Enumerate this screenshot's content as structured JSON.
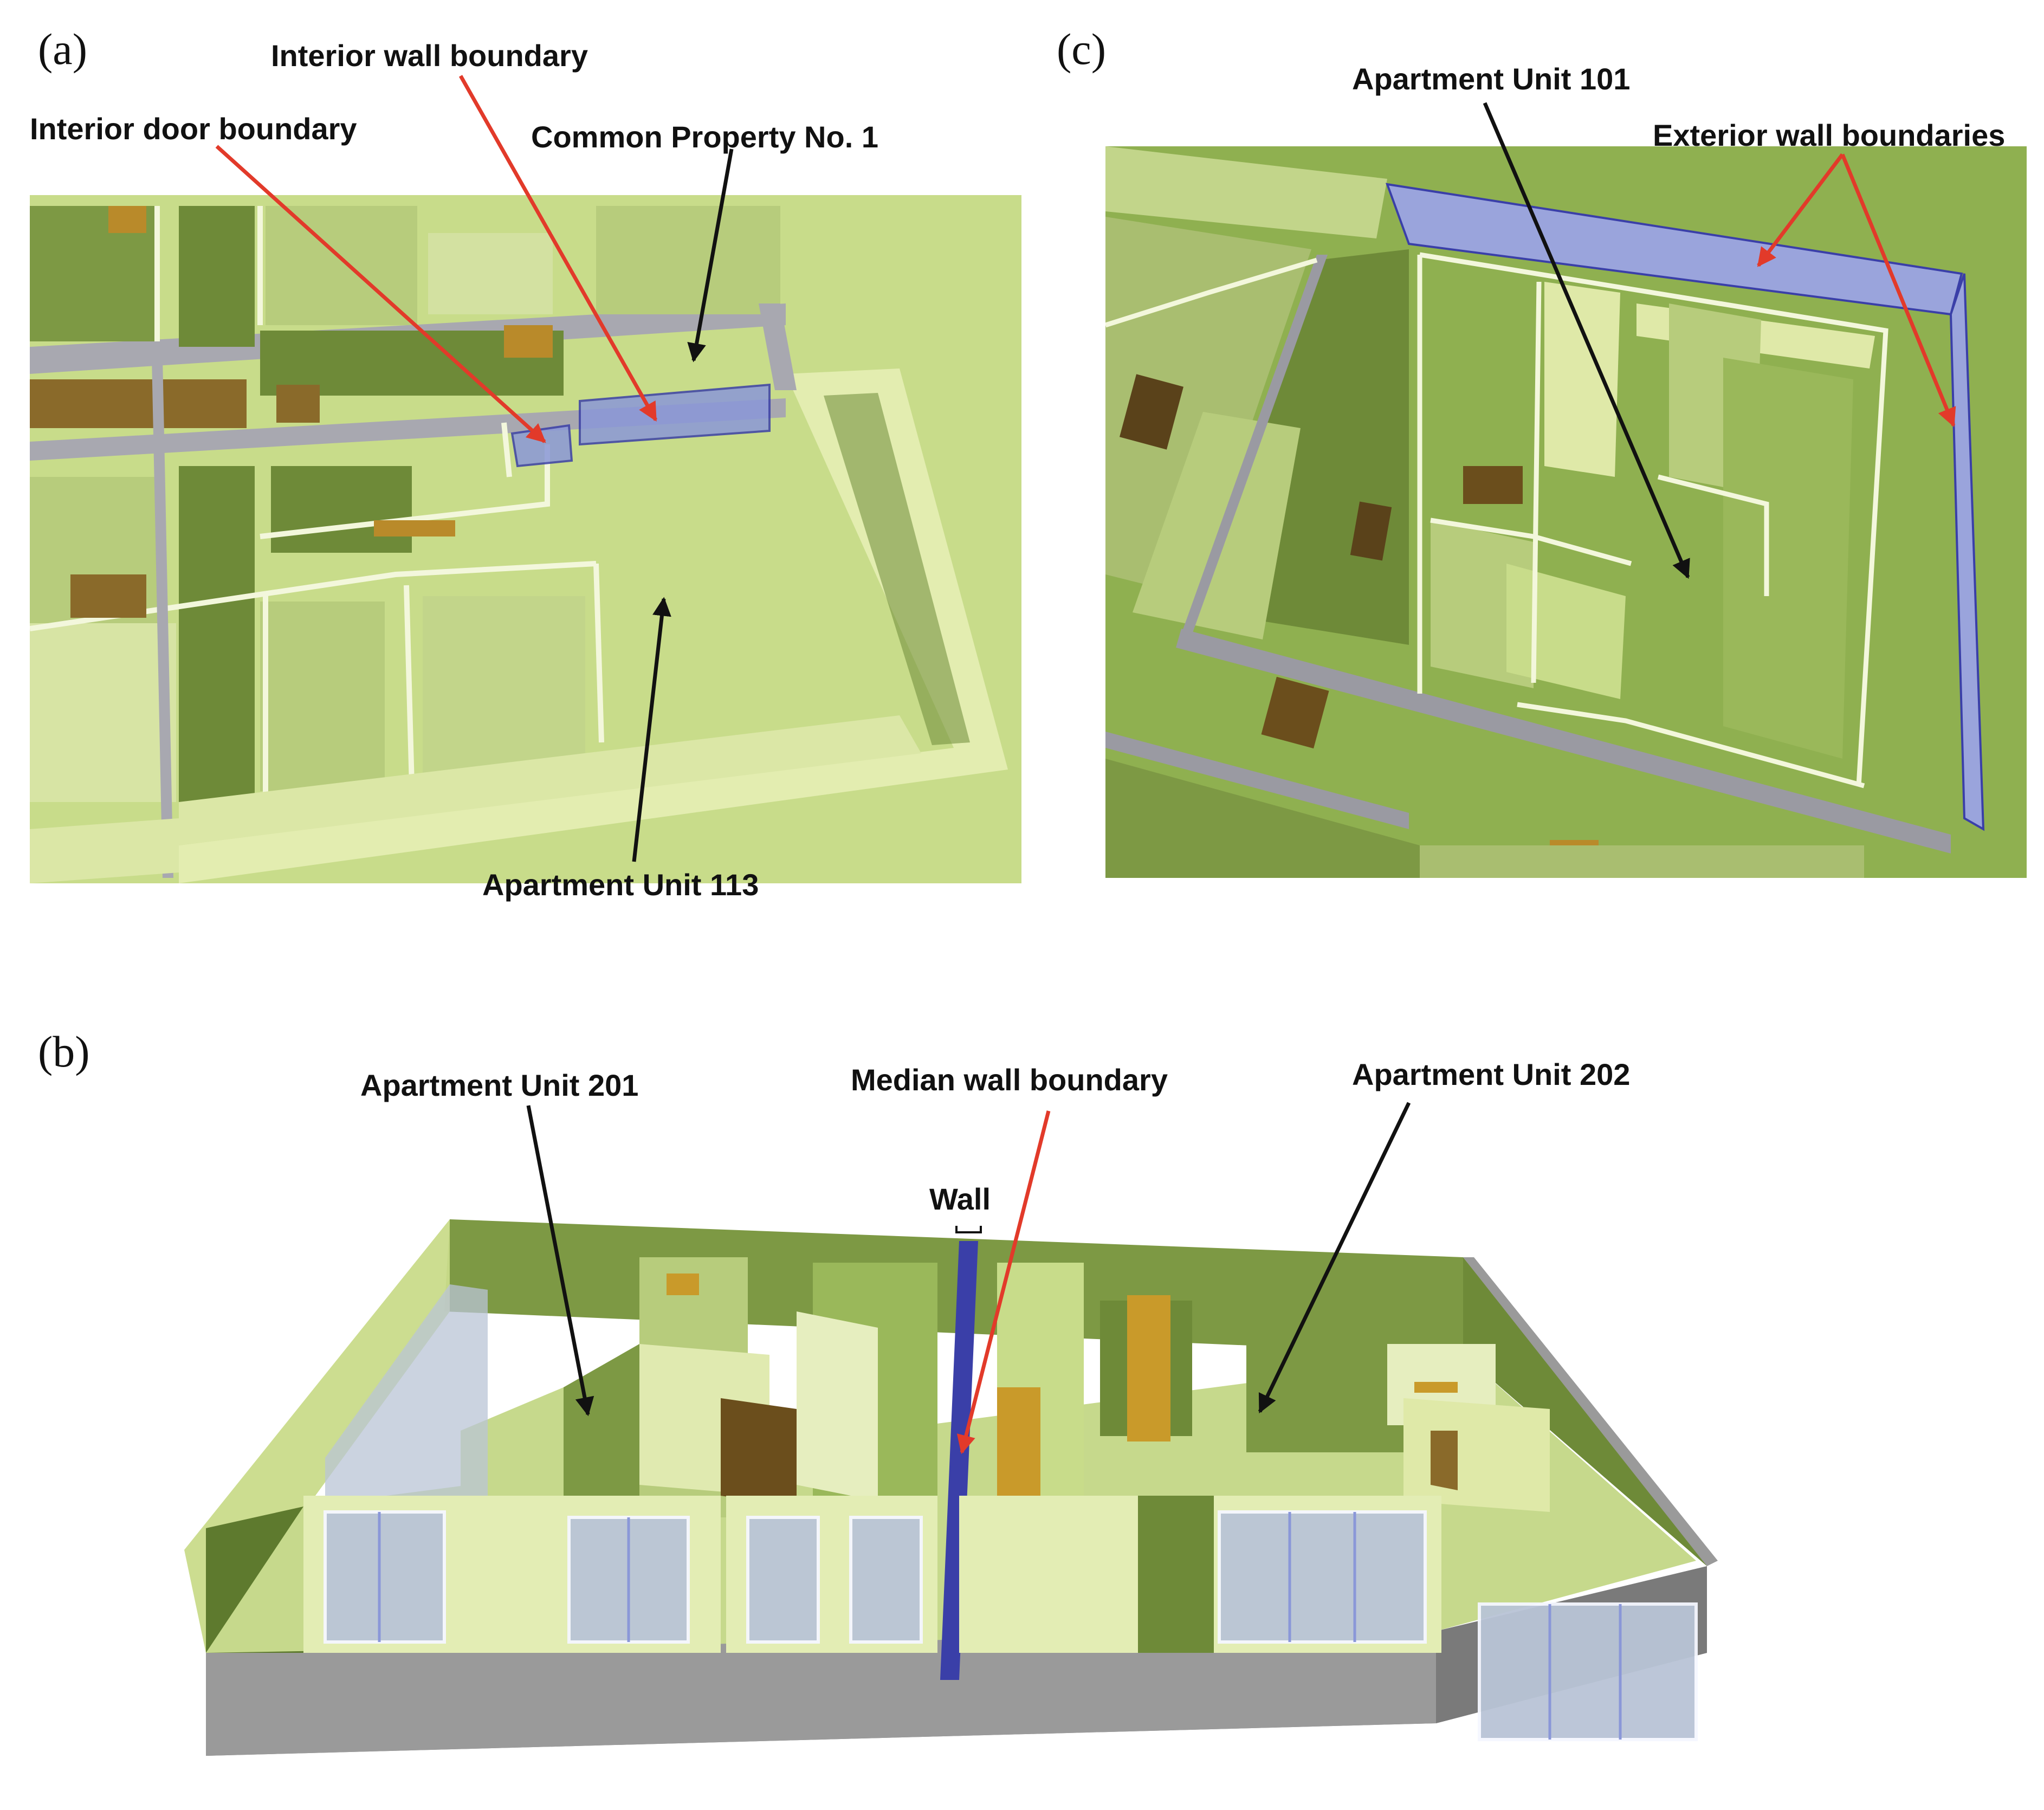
{
  "figure": {
    "panel_a": {
      "letter": "(a)",
      "labels": {
        "interior_wall_boundary": "Interior wall boundary",
        "interior_door_boundary": "Interior door boundary",
        "common_property": "Common Property No. 1",
        "apartment_unit": "Apartment Unit 113"
      }
    },
    "panel_b": {
      "letter": "(b)",
      "labels": {
        "apartment_unit_201": "Apartment  Unit  201",
        "median_wall_boundary": "Median  wall boundary",
        "apartment_unit_202": "Apartment  Unit  202",
        "wall": "Wall"
      }
    },
    "panel_c": {
      "letter": "(c)",
      "labels": {
        "apartment_unit": "Apartment Unit 101",
        "exterior_wall_boundaries": "Exterior wall boundaries"
      }
    }
  },
  "colors": {
    "floor": "#c8dc8a",
    "wall_light": "#dfe9a8",
    "wall_dark": "#6e8a38",
    "boundary_blue": "#8a97d8",
    "median_blue": "#3a3fa8",
    "door": "#b98a2a",
    "slab_gray": "#8c8c8c",
    "arrow_red": "#e23a2a",
    "arrow_black": "#111111"
  }
}
